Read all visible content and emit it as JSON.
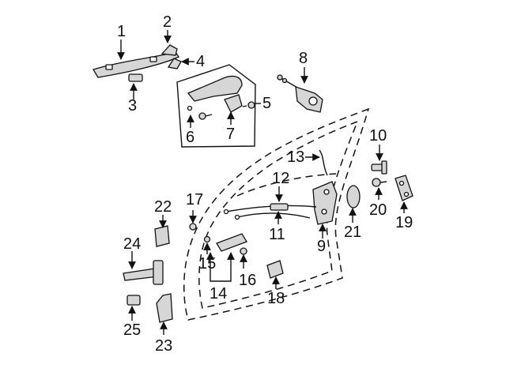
{
  "diagram": {
    "callouts": [
      {
        "id": "c1",
        "text": "1"
      },
      {
        "id": "c2",
        "text": "2"
      },
      {
        "id": "c3",
        "text": "3"
      },
      {
        "id": "c4",
        "text": "4"
      },
      {
        "id": "c5",
        "text": "5"
      },
      {
        "id": "c6",
        "text": "6"
      },
      {
        "id": "c7",
        "text": "7"
      },
      {
        "id": "c8",
        "text": "8"
      },
      {
        "id": "c9",
        "text": "9"
      },
      {
        "id": "c10",
        "text": "10"
      },
      {
        "id": "c11",
        "text": "11"
      },
      {
        "id": "c12",
        "text": "12"
      },
      {
        "id": "c13",
        "text": "13"
      },
      {
        "id": "c14",
        "text": "14"
      },
      {
        "id": "c15",
        "text": "15"
      },
      {
        "id": "c16",
        "text": "16"
      },
      {
        "id": "c17",
        "text": "17"
      },
      {
        "id": "c18",
        "text": "18"
      },
      {
        "id": "c19",
        "text": "19"
      },
      {
        "id": "c20",
        "text": "20"
      },
      {
        "id": "c21",
        "text": "21"
      },
      {
        "id": "c22",
        "text": "22"
      },
      {
        "id": "c23",
        "text": "23"
      },
      {
        "id": "c24",
        "text": "24"
      },
      {
        "id": "c25",
        "text": "25"
      }
    ]
  }
}
